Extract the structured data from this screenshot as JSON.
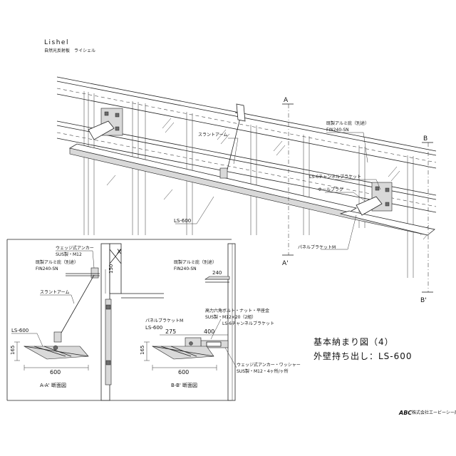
{
  "header": {
    "brand": "Lishel",
    "subtitle": "自然光反射板　ライシェル"
  },
  "title": {
    "line1": "基本納まり図（4）",
    "line2": "外壁持ち出し：LS-600"
  },
  "company": {
    "logo": "ABC",
    "name": "株式会社エービーシー商会"
  },
  "section_markers": {
    "a": "A",
    "a_prime": "A'",
    "b": "B",
    "b_prime": "B'"
  },
  "perspective_labels": {
    "slant_arm": "スラントアーム",
    "louver": "既製アルミ庇（別途）",
    "louver_model": "FIN240-SN",
    "channel_bracket": "LS-6チャンネルブラケット",
    "hole_plug": "ホールプラグ",
    "panel_bracket": "パネルブラケットM",
    "product": "LS-600"
  },
  "section_aa": {
    "caption": "A-A' 断面図",
    "anchor": "ウェッジ式アンカー",
    "anchor_spec": "SUS製・M12",
    "louver": "既製アルミ庇（別途）",
    "louver_model": "FIN240-SN",
    "slant_arm": "スラントアーム",
    "product": "LS-600",
    "dim_height": "165",
    "dim_width": "600",
    "dim_top": "150",
    "x_mark": "X"
  },
  "section_bb": {
    "caption": "B-B' 断面図",
    "louver": "既製アルミ庇（別途）",
    "louver_model": "FIN240-SN",
    "dim_louver": "240",
    "panel_bracket": "パネルブラケットM",
    "product": "LS-600",
    "dim_275": "275",
    "dim_400": "400",
    "bolt_note1": "高力六角ボルト・ナット・平座金",
    "bolt_note2": "SUS製・M12×20（2組）",
    "channel_bracket": "LS-6チャンネルブラケット",
    "anchor_note1": "ウェッジ式アンカー・ワッシャー",
    "anchor_note2": "SUS製・M12・4ヶ所/ヶ所",
    "dim_height": "165",
    "dim_width": "600"
  }
}
